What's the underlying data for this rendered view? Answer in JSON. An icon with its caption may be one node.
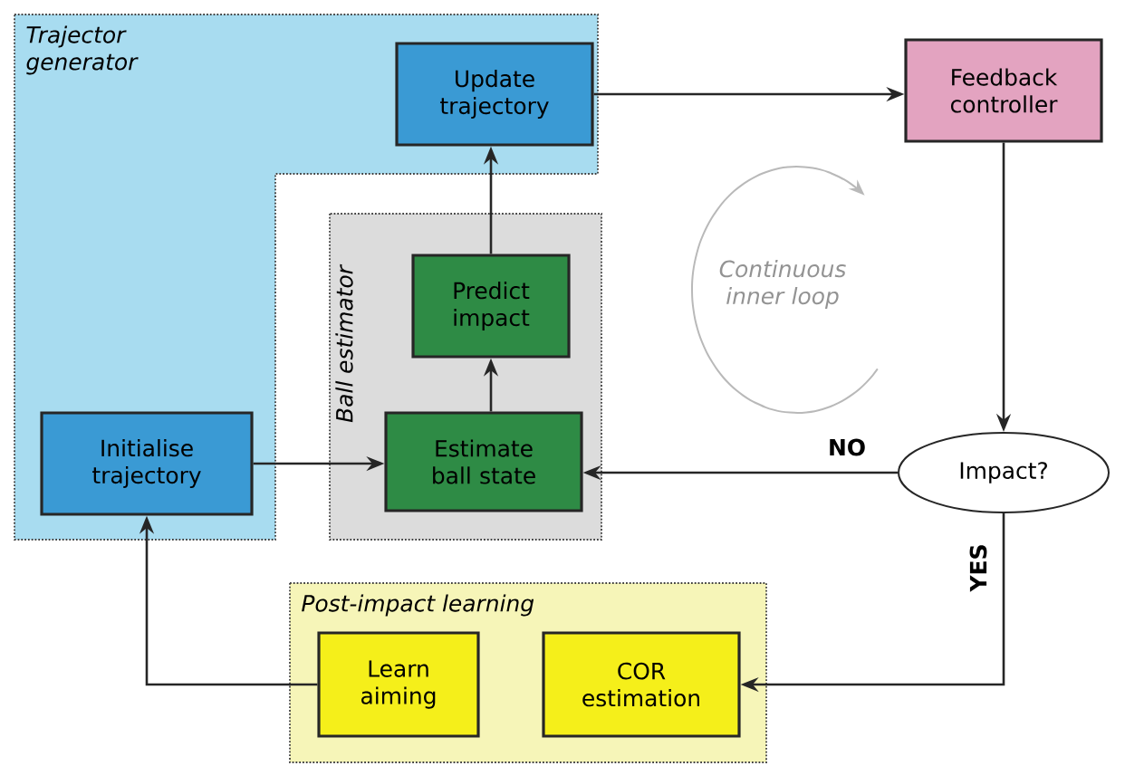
{
  "diagram": {
    "nodes": [
      {
        "text": [
          "Trajector generator"
        ]
      },
      {
        "text": [
          "Update trajectory"
        ],
        "in": 0
      },
      {
        "text": [
          "Ball estimator"
        ]
      },
      {
        "text": [
          "Predict impact"
        ],
        "in": 2
      },
      {
        "text": [
          "Estimate ball state"
        ],
        "in": 2
      },
      {
        "text": [
          "Initialise trajectory"
        ],
        "in": 0
      },
      {
        "text": [
          "Feedback controller"
        ]
      },
      {
        "text": [
          "Impact?"
        ]
      },
      {
        "text": [
          "Post-impact learning"
        ]
      },
      {
        "text": [
          "Learn aiming"
        ],
        "in": 8
      },
      {
        "text": [
          "COR estimation"
        ],
        "in": 8
      }
    ],
    "edges": [
      {
        "from": 5,
        "to": 4,
        "arrow": "to"
      },
      {
        "from": 4,
        "to": 3,
        "arrow": "to"
      },
      {
        "from": 3,
        "to": 1,
        "arrow": "to"
      },
      {
        "from": 1,
        "to": 6,
        "arrow": "to"
      },
      {
        "from": 6,
        "to": 7,
        "arrow": "to"
      },
      {
        "from": 7,
        "to": 4,
        "arrow": "to",
        "label": "NO"
      },
      {
        "from": 7,
        "to": 10,
        "arrow": "to",
        "label": "YES"
      },
      {
        "from": 9,
        "to": 5,
        "arrow": "to"
      }
    ],
    "labels": [
      "Continuous inner loop"
    ]
  }
}
